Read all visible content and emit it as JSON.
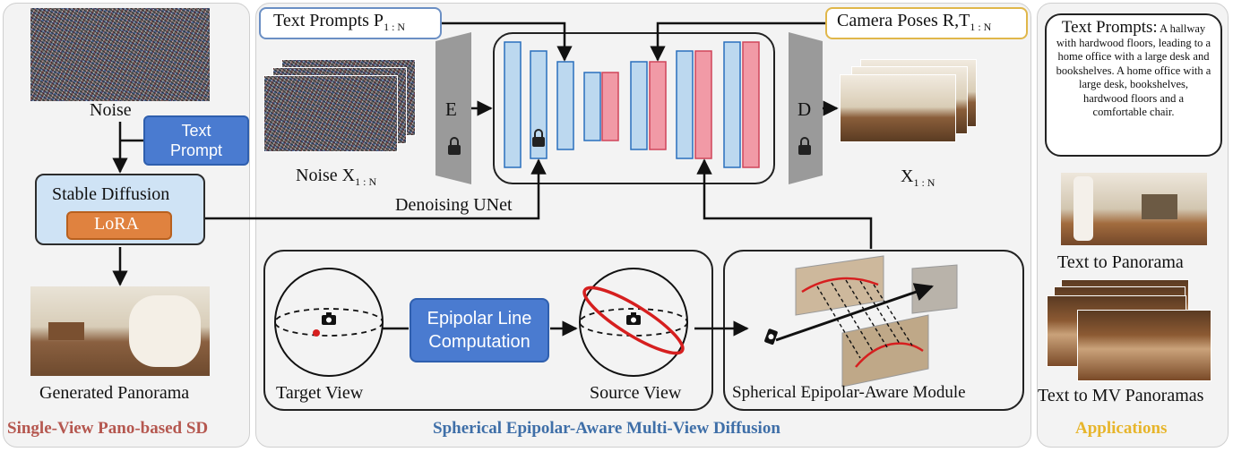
{
  "left_panel": {
    "title": "Single-View Pano-based SD",
    "noise_label": "Noise",
    "text_prompt_line1": "Text",
    "text_prompt_line2": "Prompt",
    "sd_label": "Stable Diffusion",
    "lora_label": "LoRA",
    "output_label": "Generated Panorama"
  },
  "center_panel": {
    "title": "Spherical Epipolar-Aware Multi-View Diffusion",
    "text_prompts": "Text Prompts P",
    "text_prompts_sub": "1 : N",
    "camera_poses": "Camera Poses R,T",
    "camera_poses_sub": "1 : N",
    "noise_label": "Noise X",
    "noise_sub": "1 : N",
    "encoder": "E",
    "decoder": "D",
    "unet_label": "Denoising UNet",
    "output_label": "X",
    "output_sub": "1 : N",
    "target_view": "Target View",
    "source_view": "Source View",
    "epipolar_line1": "Epipolar Line",
    "epipolar_line2": "Computation",
    "module_label": "Spherical Epipolar-Aware Module"
  },
  "right_panel": {
    "title": "Applications",
    "prompt_title": "Text Prompts:",
    "prompt_body": "A hallway with hardwood floors, leading to a home office with a large desk and bookshelves. A home office with a large desk, bookshelves, hardwood floors and a comfortable chair.",
    "app1": "Text to Panorama",
    "app2": "Text to MV Panoramas"
  },
  "colors": {
    "left_title": "#b5574f",
    "center_title": "#3f6fa8",
    "right_title": "#e7b52b",
    "unet_blue": "#bcd8ef",
    "unet_pink": "#f19aa6",
    "accent_blue": "#4a7bd0",
    "lora_orange": "#e0823f",
    "epipolar_red": "#d61f1f"
  }
}
